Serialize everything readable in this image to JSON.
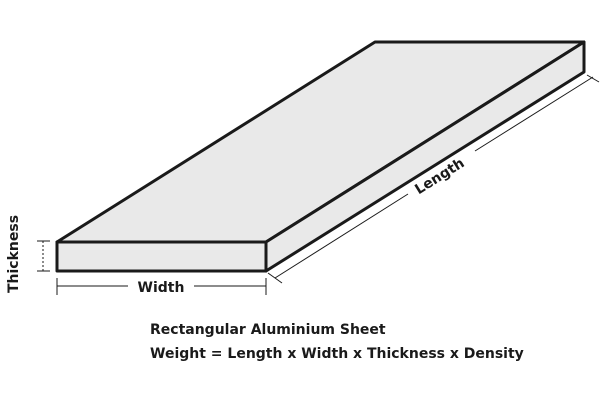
{
  "diagram": {
    "labels": {
      "length": "Length",
      "width": "Width",
      "thickness": "Thickness"
    },
    "caption": {
      "title": "Rectangular Aluminium Sheet",
      "formula": "Weight  = Length x Width x Thickness x Density"
    }
  },
  "colors": {
    "sheet_fill": "#e9e9e9",
    "outline": "#1a1a1a",
    "background": "#ffffff"
  }
}
